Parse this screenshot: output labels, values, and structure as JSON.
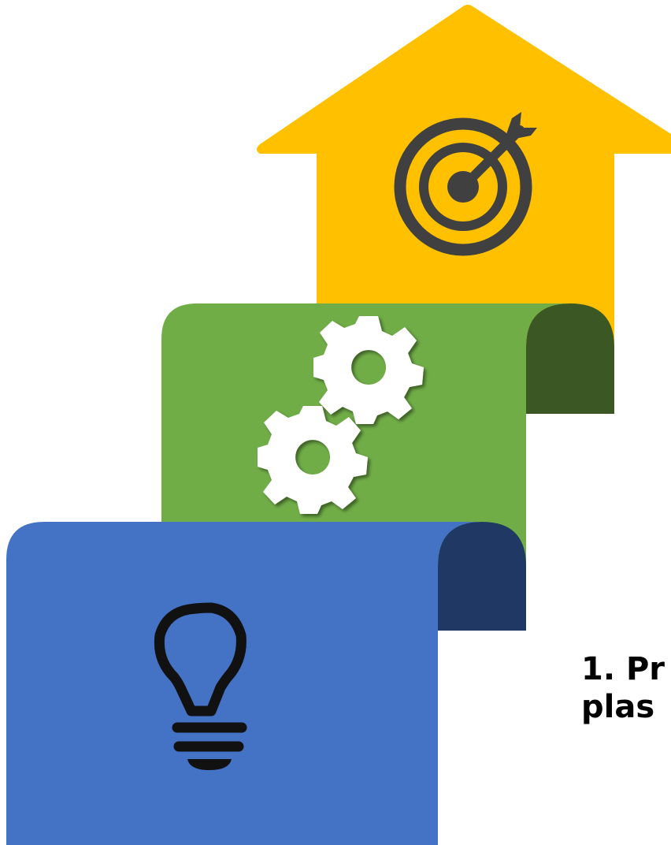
{
  "colors": {
    "background": "#ffffff",
    "goal_step": "#FFC000",
    "goal_step_fold": "#3B5723",
    "process_step": "#70AD47",
    "process_step_fold": "#203864",
    "idea_step": "#4472C4",
    "icon_dark": "#404040",
    "icon_black": "#111111",
    "icon_white": "#ffffff"
  },
  "icons": {
    "goal": "target-arrow-icon",
    "process": "gears-icon",
    "idea": "lightbulb-icon"
  },
  "steps": [
    {
      "id": "idea"
    },
    {
      "id": "process"
    },
    {
      "id": "goal"
    }
  ],
  "step_text": {
    "line1": "1. Pr",
    "line2": "plas"
  }
}
